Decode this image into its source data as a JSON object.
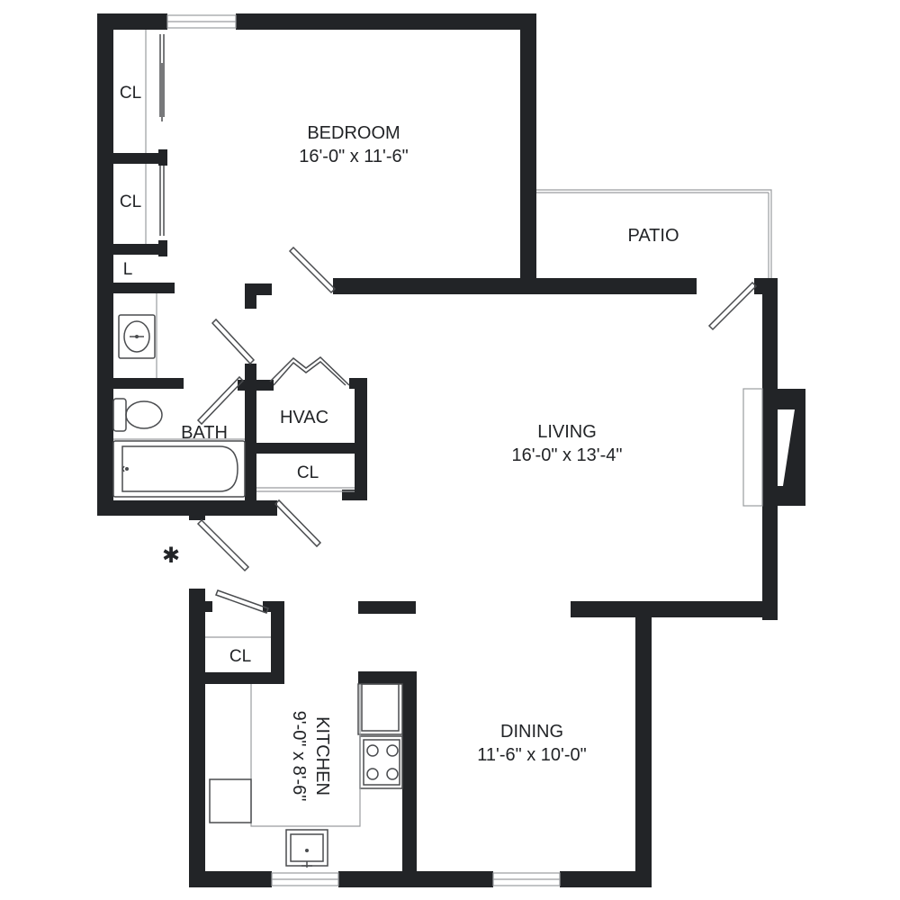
{
  "colors": {
    "wall": "#222427",
    "fixture": "#4a4c4f",
    "background": "#ffffff"
  },
  "rooms": {
    "bedroom": {
      "name": "BEDROOM",
      "dims": "16'-0\" x 11'-6\""
    },
    "patio": {
      "name": "PATIO"
    },
    "living": {
      "name": "LIVING",
      "dims": "16'-0\" x 13'-4\""
    },
    "dining": {
      "name": "DINING",
      "dims": "11'-6\" x 10'-0\""
    },
    "kitchen": {
      "name": "KITCHEN",
      "dims": "9'-0\" x 8'-6\""
    },
    "bath": {
      "name": "BATH"
    },
    "hvac": {
      "name": "HVAC"
    },
    "closet_1": {
      "name": "CL"
    },
    "closet_2": {
      "name": "CL"
    },
    "closet_3": {
      "name": "CL"
    },
    "closet_4": {
      "name": "CL"
    },
    "linen": {
      "name": "L"
    }
  },
  "symbols": {
    "entry_mark": "✱"
  }
}
